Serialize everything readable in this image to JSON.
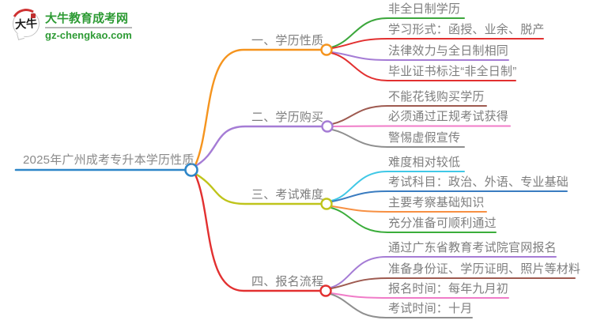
{
  "logo": {
    "icon_text": "大牛",
    "brand": "大牛教育成考网",
    "domain": "gz-chengkao.com"
  },
  "colors": {
    "background": "#FFFFFF",
    "text_gray": "#7E7E7E",
    "logo_green": "#2E9B35",
    "logo_red": "#CF3333",
    "root_blue": "#2E86C8",
    "branch_orange": "#F5941E",
    "branch_purple": "#A57CD5",
    "branch_olive": "#BFC41B",
    "branch_red": "#E23030"
  },
  "mindmap": {
    "root": {
      "label": "2025年广州成考专升本学历性质",
      "color": "#2E86C8"
    },
    "branches": [
      {
        "label": "一、学历性质",
        "color": "#F5941E",
        "children": [
          {
            "label": "非全日制学历",
            "color": "#3CA73C"
          },
          {
            "label": "学习形式：函授、业余、脱产",
            "color": "#E23030"
          },
          {
            "label": "法律效力与全日制相同",
            "color": "#A57CD5"
          },
          {
            "label": "毕业证书标注“非全日制”",
            "color": "#E23030"
          }
        ]
      },
      {
        "label": "二、学历购买",
        "color": "#A57CD5",
        "children": [
          {
            "label": "不能花钱购买学历",
            "color": "#9E5A50"
          },
          {
            "label": "必须通过正规考试获得",
            "color": "#F07CC8"
          },
          {
            "label": "警惕虚假宣传",
            "color": "#8F8F8F"
          }
        ]
      },
      {
        "label": "三、考试难度",
        "color": "#BFC41B",
        "children": [
          {
            "label": "难度相对较低",
            "color": "#40C8E6"
          },
          {
            "label": "考试科目：政治、外语、专业基础",
            "color": "#3A7CC0"
          },
          {
            "label": "主要考察基础知识",
            "color": "#F79043"
          },
          {
            "label": "充分准备可顺利通过",
            "color": "#3BAD3B"
          }
        ]
      },
      {
        "label": "四、报名流程",
        "color": "#E23030",
        "children": [
          {
            "label": "通过广东省教育考试院官网报名",
            "color": "#A57CD5"
          },
          {
            "label": "准备身份证、学历证明、照片等材料",
            "color": "#9E5A50"
          },
          {
            "label": "报名时间：每年九月初",
            "color": "#F07CC8"
          },
          {
            "label": "考试时间：十月",
            "color": "#8F8F8F"
          }
        ]
      }
    ]
  }
}
